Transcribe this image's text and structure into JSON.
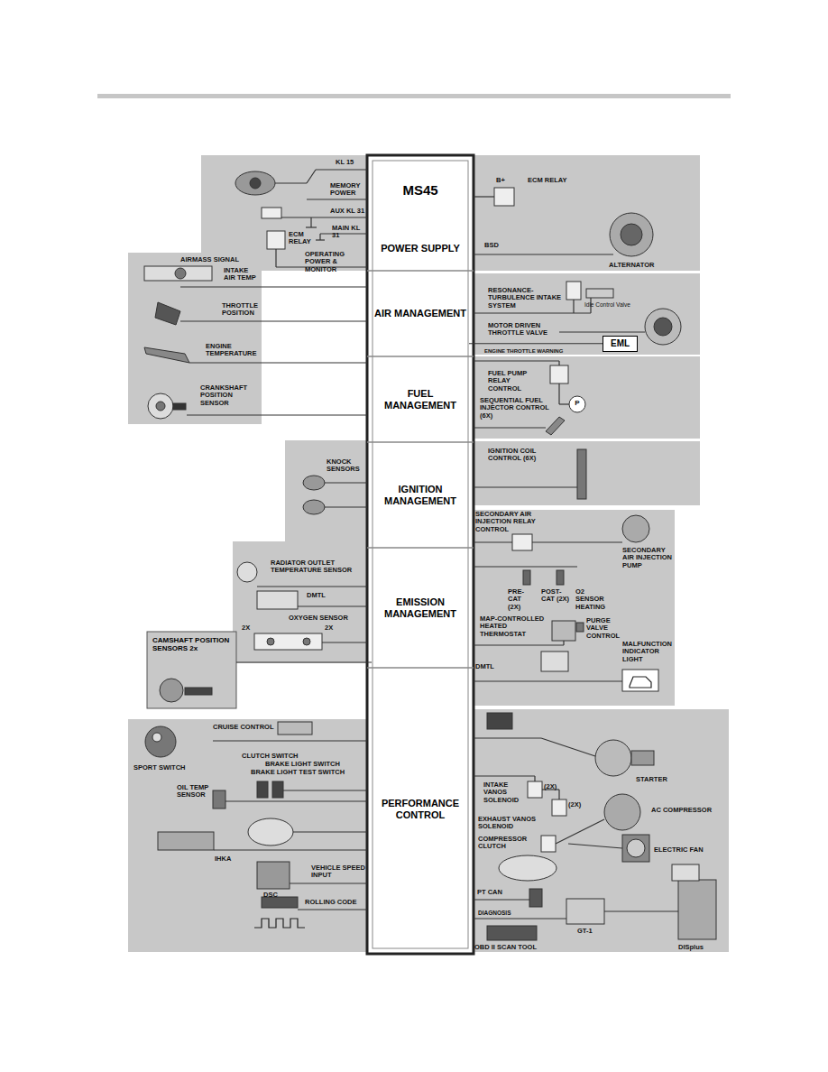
{
  "diagram": {
    "nodes": [
      {
        "text": [
          "MS45",
          "POWER SUPPLY"
        ]
      },
      {
        "text": [
          "AIR MANAGEMENT"
        ]
      },
      {
        "text": [
          "FUEL MANAGEMENT"
        ]
      },
      {
        "text": [
          "IGNITION MANAGEMENT"
        ]
      },
      {
        "text": [
          "EMISSION MANAGEMENT"
        ]
      },
      {
        "text": [
          "PERFORMANCE CONTROL"
        ]
      },
      {
        "text": [
          "EML"
        ]
      },
      {
        "text": [
          "CAMSHAFT POSITION SENSORS 2x"
        ]
      }
    ],
    "edges": [
      {
        "from": 6,
        "to": 1,
        "arrow": "none"
      },
      {
        "from": 7,
        "to": 4,
        "arrow": "none"
      }
    ],
    "labels": [
      "KL 15",
      "MEMORY POWER",
      "AUX KL 31",
      "MAIN KL 31",
      "ECM RELAY",
      "OPERATING POWER & MONITOR",
      "B+",
      "ECM RELAY",
      "BSD",
      "ALTERNATOR",
      "AIRMASS SIGNAL",
      "INTAKE AIR TEMP",
      "THROTTLE POSITION",
      "ENGINE TEMPERATURE",
      "CRANKSHAFT POSITION SENSOR",
      "RESONANCE-TURBULENCE INTAKE SYSTEM",
      "Idle Control Valve",
      "MOTOR DRIVEN THROTTLE VALVE",
      "ENGINE THROTTLE WARNING",
      "FUEL PUMP RELAY CONTROL",
      "P",
      "SEQUENTIAL FUEL INJECTOR CONTROL (6X)",
      "KNOCK SENSORS",
      "IGNITION COIL CONTROL (6X)",
      "SECONDARY AIR INJECTION RELAY CONTROL",
      "SECONDARY AIR INJECTION PUMP",
      "PRE-CAT (2X)",
      "POST-CAT (2X)",
      "O2 SENSOR HEATING",
      "MAP-CONTROLLED HEATED THERMOSTAT",
      "PURGE VALVE CONTROL",
      "MALFUNCTION INDICATOR LIGHT",
      "DMTL",
      "RADIATOR OUTLET TEMPERATURE SENSOR",
      "DMTL",
      "OXYGEN SENSOR",
      "2X",
      "2X",
      "CRUISE CONTROL",
      "SPORT SWITCH",
      "CLUTCH SWITCH",
      "BRAKE LIGHT SWITCH",
      "BRAKE LIGHT TEST SWITCH",
      "OIL TEMP SENSOR",
      "IHKA",
      "VEHICLE SPEED INPUT",
      "DSC",
      "ROLLING CODE",
      "STARTER",
      "INTAKE VANOS SOLENOID",
      "(2X)",
      "(2X)",
      "EXHAUST VANOS SOLENOID",
      "COMPRESSOR CLUTCH",
      "AC COMPRESSOR",
      "ELECTRIC FAN",
      "PT CAN",
      "DIAGNOSIS",
      "GT-1",
      "DISplus",
      "OBD II SCAN TOOL"
    ]
  }
}
